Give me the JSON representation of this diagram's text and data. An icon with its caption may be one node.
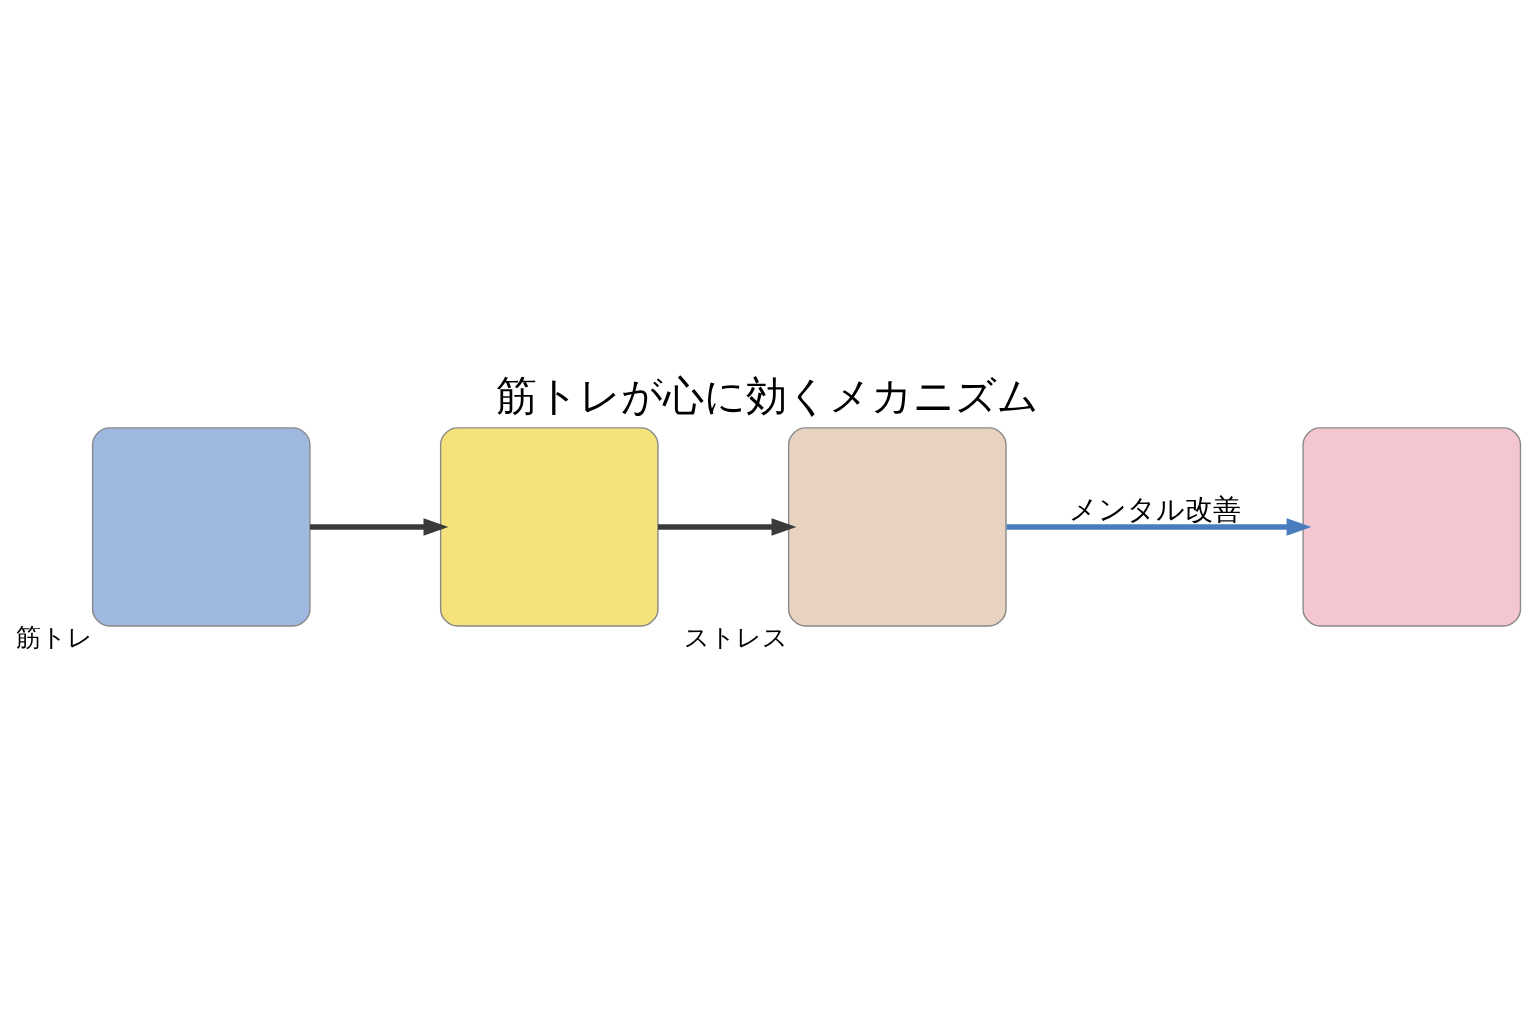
{
  "diagram": {
    "title": "筋トレが心に効くメカニズム",
    "nodes": [
      {
        "text": [],
        "shape": "box",
        "beside": [
          "筋トレ"
        ]
      },
      {
        "text": [],
        "shape": "box"
      },
      {
        "text": [],
        "shape": "box",
        "beside": [
          "ストレス"
        ]
      },
      {
        "text": [],
        "shape": "box"
      }
    ],
    "edges": [
      {
        "from": 0,
        "to": 1,
        "arrow": "to"
      },
      {
        "from": 1,
        "to": 2,
        "arrow": "to"
      },
      {
        "from": 2,
        "to": 3,
        "arrow": "to",
        "label": "メンタル改善",
        "color": "#4a7cc0"
      }
    ]
  }
}
